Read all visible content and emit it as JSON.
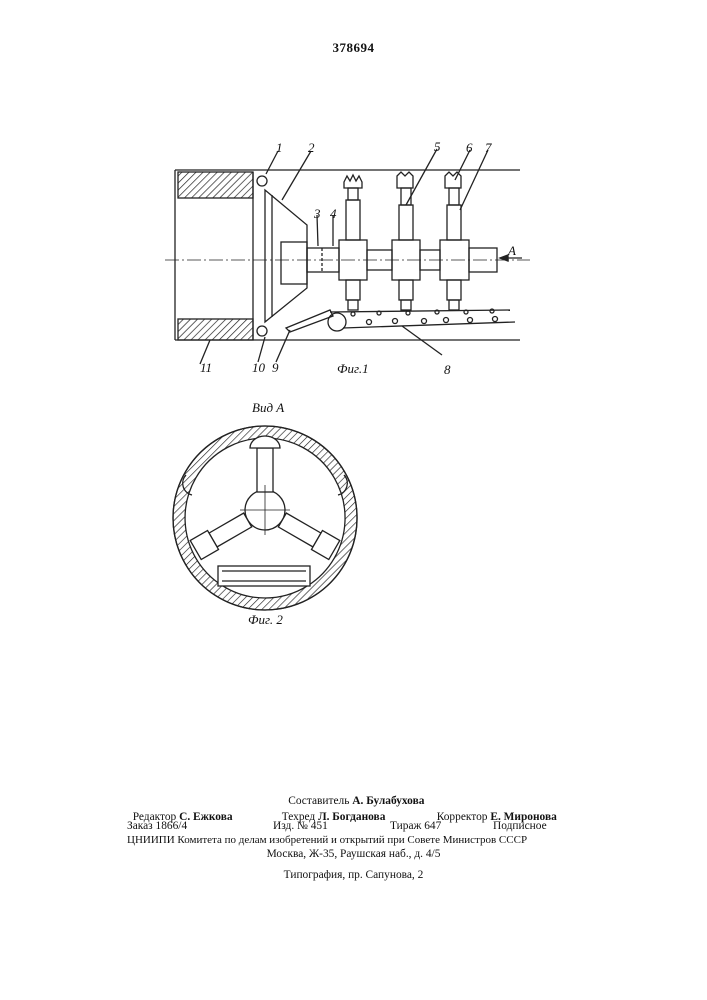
{
  "patent_number": "378694",
  "figure1": {
    "labels": {
      "l1": "1",
      "l2": "2",
      "l3": "3",
      "l4": "4",
      "l5": "5",
      "l6": "6",
      "l7": "7",
      "l8": "8",
      "l9": "9",
      "l10": "10",
      "l11": "11",
      "arrow_a": "A"
    },
    "caption": "Фиг.1"
  },
  "figure2": {
    "view_label": "Вид А",
    "caption": "Фиг. 2"
  },
  "footer": {
    "compiler_label": "Составитель",
    "compiler_name": "А. Булабухова",
    "editor_label": "Редактор",
    "editor_name": "С. Ежкова",
    "techred_label": "Техред",
    "techred_name": "Л. Богданова",
    "corrector_label": "Корректор",
    "corrector_name": "Е. Миронова",
    "order": "Заказ 1866/4",
    "edition": "Изд. № 451",
    "circulation": "Тираж 647",
    "subscription": "Подписное",
    "org_line": "ЦНИИПИ Комитета по делам изобретений и открытий при Совете Министров СССР",
    "address_line": "Москва, Ж-35, Раушская наб., д. 4/5",
    "printer_line": "Типография, пр. Сапунова, 2"
  }
}
